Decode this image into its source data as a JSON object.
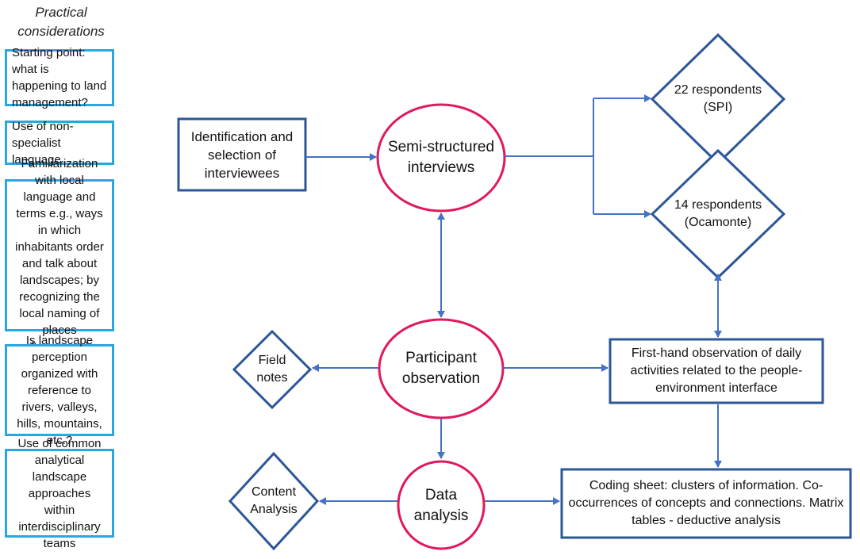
{
  "sidebar": {
    "title": "Practical considerations",
    "items": [
      {
        "label": "Starting point:  what is happening to land management?"
      },
      {
        "label": "Use of non-specialist language"
      },
      {
        "label": "Familiarization with local language and terms e.g., ways in which inhabitants order and talk about landscapes; by recognizing the local naming of places (toponyms)"
      },
      {
        "label": "Is landscape perception organized with reference to rivers, valleys, hills, mountains, etc.?"
      },
      {
        "label": "Use of common analytical landscape approaches within interdisciplinary teams"
      }
    ]
  },
  "flow": {
    "identification": "Identification and selection of interviewees",
    "semi_structured": "Semi-structured interviews",
    "respondents_spi": "22 respondents (SPI)",
    "respondents_ocamonte": "14 respondents (Ocamonte)",
    "participant_observation": "Participant observation",
    "field_notes": "Field notes",
    "first_hand": "First-hand observation of daily activities related to the people-environment  interface",
    "data_analysis": "Data analysis",
    "content_analysis": "Content Analysis",
    "coding_sheet": "Coding sheet: clusters of information. Co-occurrences of concepts and connections. Matrix tables - deductive analysis"
  },
  "colors": {
    "sidebar_border": "#29a8e0",
    "box_border": "#2b5797",
    "ellipse_border": "#e0185c",
    "arrow": "#4472c4"
  }
}
